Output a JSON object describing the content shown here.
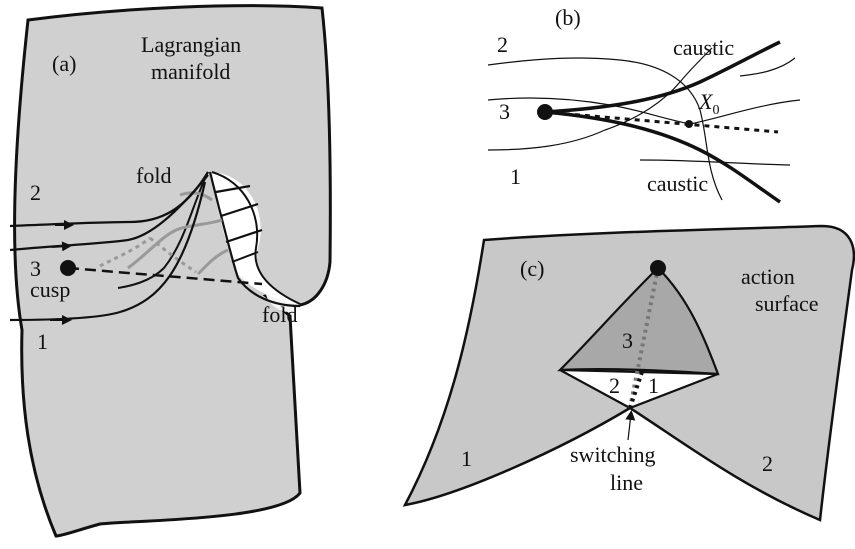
{
  "panel_a": {
    "panel_label": "(a)",
    "title_line1": "Lagrangian",
    "title_line2": "manifold",
    "fold_top": "fold",
    "fold_right": "fold",
    "cusp": "cusp",
    "ray_2": "2",
    "ray_3": "3",
    "ray_1": "1"
  },
  "panel_b": {
    "panel_label": "(b)",
    "caustic_top": "caustic",
    "caustic_bottom": "caustic",
    "point_label": "X",
    "point_subscript": "0",
    "region_2": "2",
    "region_3": "3",
    "region_1": "1"
  },
  "panel_c": {
    "panel_label": "(c)",
    "title_line1": "action",
    "title_line2": "surface",
    "sheet_3": "3",
    "sheet_2_inner": "2",
    "sheet_1_inner": "1",
    "sheet_1_outer": "1",
    "sheet_2_outer": "2",
    "switching_line1": "switching",
    "switching_line2": "line"
  },
  "colors": {
    "sheet_fill": "#cfcfcf",
    "sheet_dark": "#a9a9a9",
    "ink": "#111111",
    "gray_curve": "#9a9a9a"
  }
}
